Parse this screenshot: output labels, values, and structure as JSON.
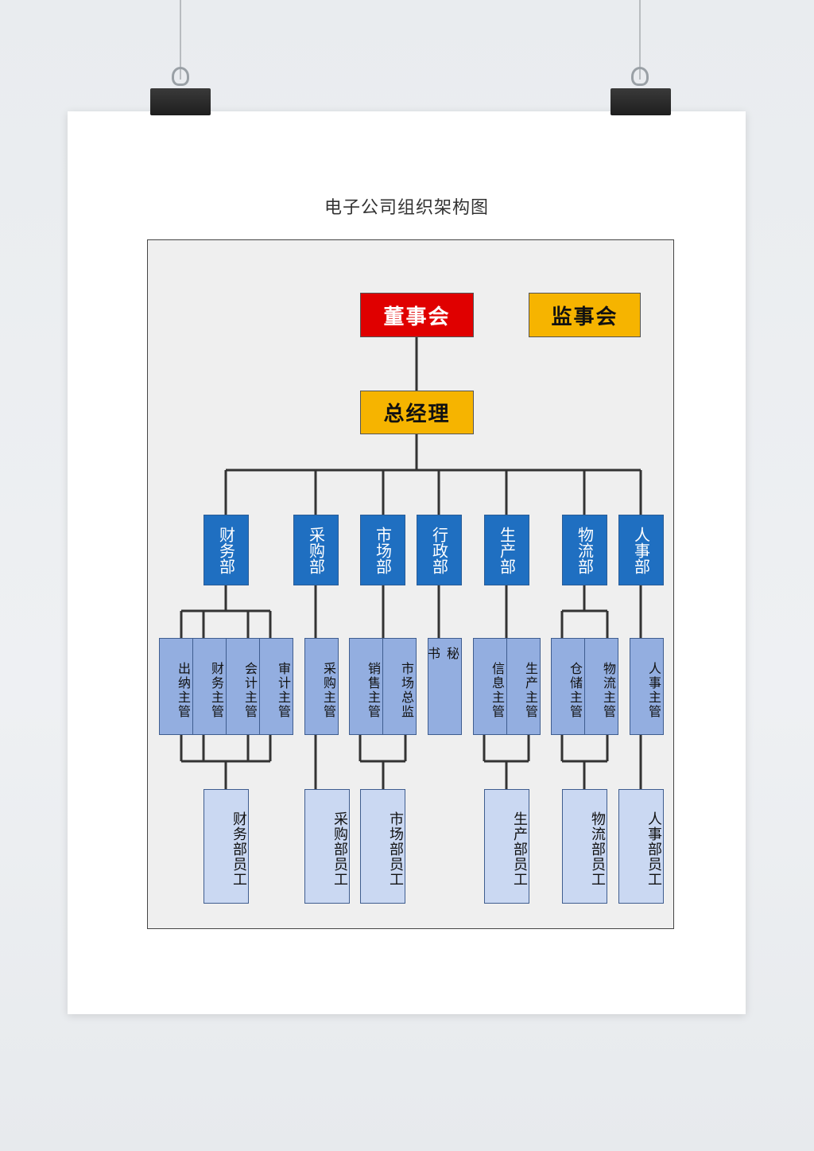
{
  "title": "电子公司组织架构图",
  "colors": {
    "board": "#e00000",
    "gold": "#f6b400",
    "dept": "#1f6fc1",
    "manager": "#93aee0",
    "staff": "#cad8f2"
  },
  "top": {
    "board": "董事会",
    "supervisors": "监事会",
    "general_manager": "总经理"
  },
  "departments": [
    "财务部",
    "采购部",
    "市场部",
    "行政部",
    "生产部",
    "物流部",
    "人事部"
  ],
  "managers": {
    "finance": [
      "出纳主管",
      "财务主管",
      "会计主管",
      "审计主管"
    ],
    "purchasing": [
      "采购主管"
    ],
    "market": [
      "销售主管",
      "市场总监"
    ],
    "admin": [
      "秘书"
    ],
    "production": [
      "信息主管",
      "生产主管"
    ],
    "logistics": [
      "仓储主管",
      "物流主管"
    ],
    "hr": [
      "人事主管"
    ]
  },
  "staff": [
    "财务部员工",
    "采购部员工",
    "市场部员工",
    "生产部员工",
    "物流部员工",
    "人事部员工"
  ]
}
